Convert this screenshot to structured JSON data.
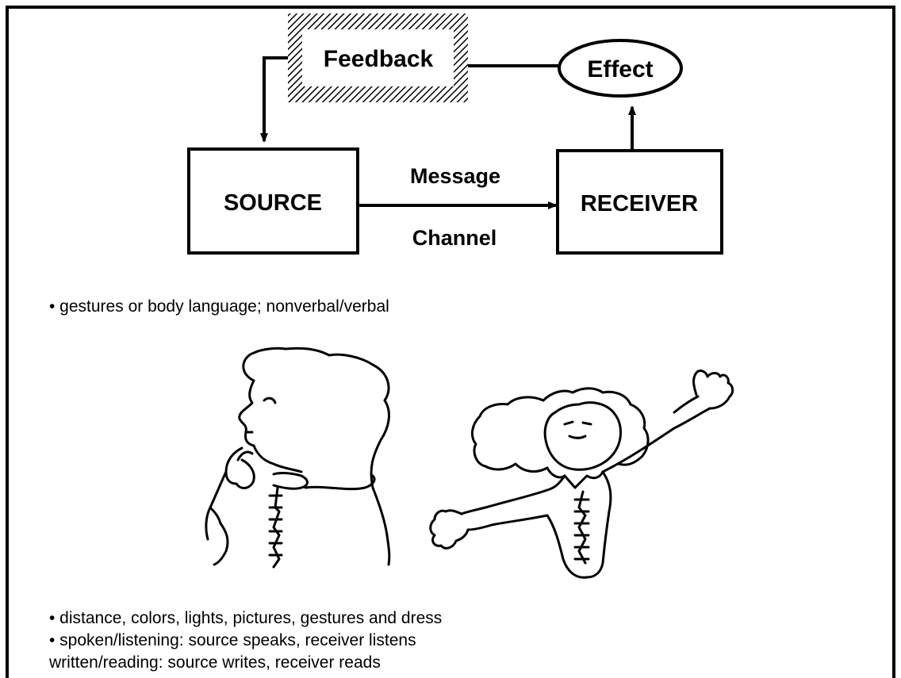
{
  "diagram": {
    "feedback_label": "Feedback",
    "effect_label": "Effect",
    "source_label": "SOURCE",
    "receiver_label": "RECEIVER",
    "message_label": "Message",
    "channel_label": "Channel"
  },
  "bullets": {
    "b1": "• gestures or body language; nonverbal/verbal",
    "b2": "• distance, colors, lights, pictures, gestures and dress",
    "b3": "• spoken/listening: source speaks, receiver listens",
    "b4": "written/reading: source writes, receiver reads"
  },
  "illustration": {
    "left_figure": "person-thinking-figure",
    "right_figure": "person-waving-figure"
  },
  "colors": {
    "ink": "#000000",
    "background": "#ffffff"
  }
}
